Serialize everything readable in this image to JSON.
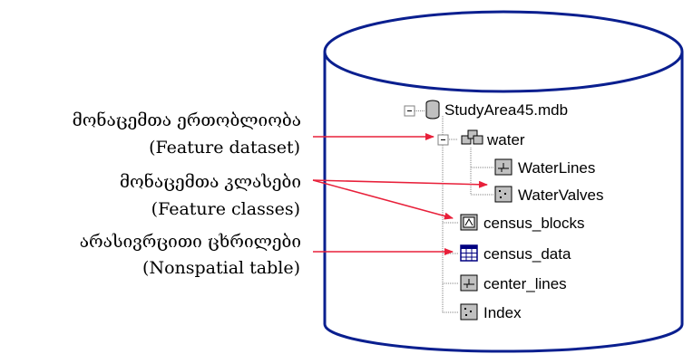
{
  "labels": {
    "dataset_geo": "მონაცემთა ერთობლიობა",
    "dataset_en": "(Feature dataset)",
    "classes_geo": "მონაცემთა კლასები",
    "classes_en": "(Feature classes)",
    "table_geo": "არასივრცითი ცხრილები",
    "table_en": "(Nonspatial table)"
  },
  "tree": {
    "root": "StudyArea45.mdb",
    "dataset": "water",
    "dataset_children": [
      "WaterLines",
      "WaterValves"
    ],
    "items": [
      "census_blocks",
      "census_data",
      "center_lines",
      "Index"
    ]
  },
  "colors": {
    "arrow": "#e8203a",
    "cylinder_outline": "#0a1f8f",
    "tree_lines": "#808080"
  }
}
